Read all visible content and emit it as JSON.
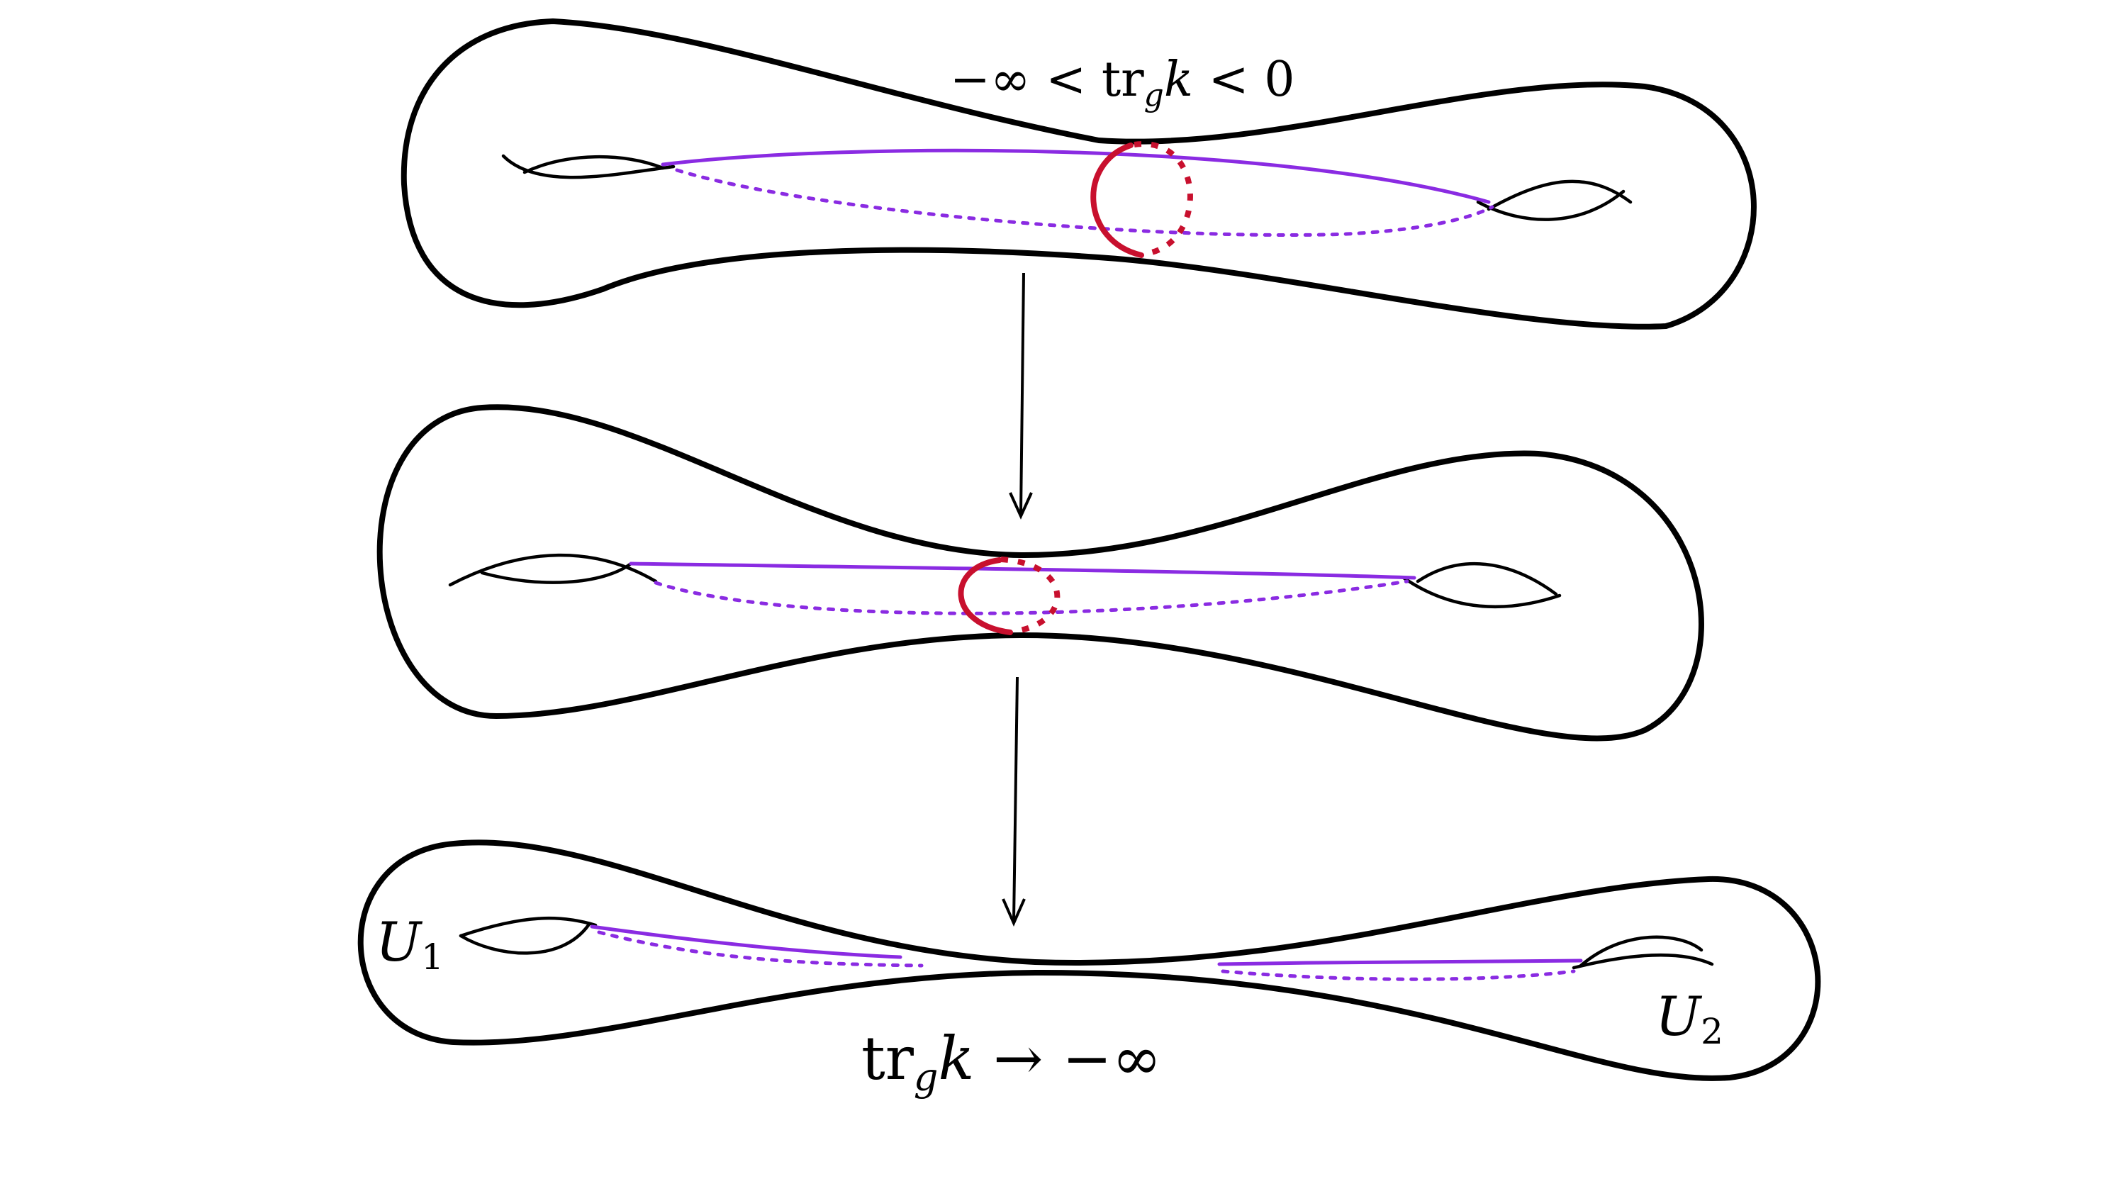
{
  "labels": {
    "top_condition": {
      "prefix": "−∞ < tr",
      "sub": "g",
      "var": "k",
      "suffix": " < 0"
    },
    "bottom_condition": {
      "prefix": "tr",
      "sub": "g",
      "var": "k",
      "suffix": " → −∞"
    },
    "region_left": {
      "base": "U",
      "sub": "1"
    },
    "region_right": {
      "base": "U",
      "sub": "2"
    }
  },
  "colors": {
    "outline": "#000000",
    "geodesic": "#8a2be2",
    "neck_circle": "#c8102e"
  },
  "stages": 3
}
